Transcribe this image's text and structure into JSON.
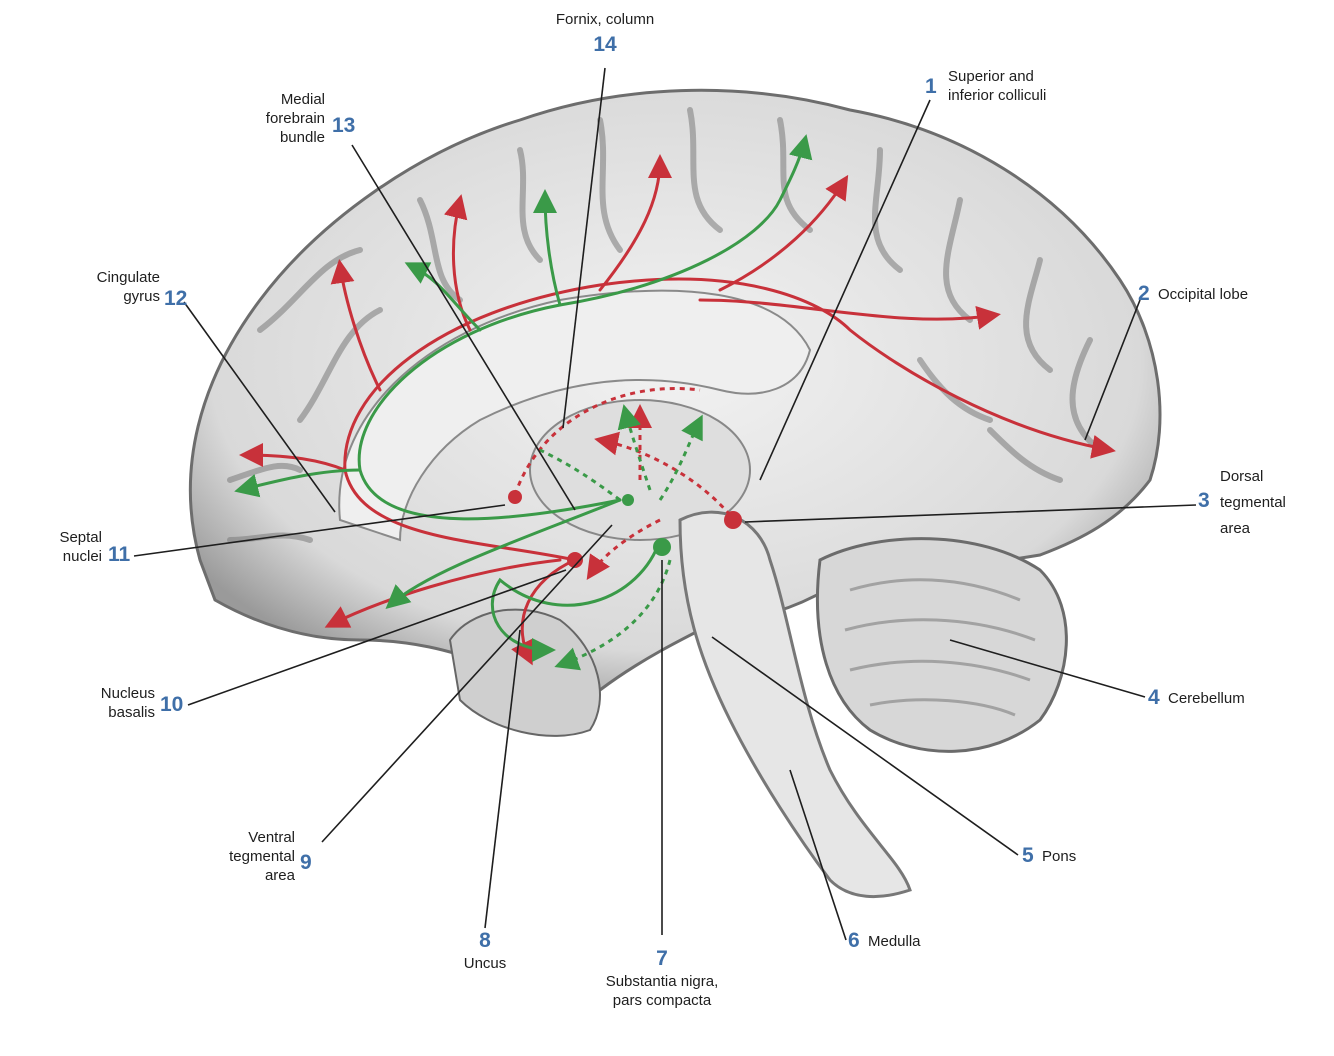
{
  "colors": {
    "dopamine": "#c8313a",
    "acetylcholine": "#3a9a48",
    "number": "#3f6fa8",
    "leader": "#1e1e1e"
  },
  "labels": [
    {
      "id": "1",
      "number": "1",
      "lines": [
        "Superior and",
        "inferior colliculi"
      ]
    },
    {
      "id": "2",
      "number": "2",
      "lines": [
        "Occipital lobe"
      ]
    },
    {
      "id": "3",
      "number": "3",
      "lines": [
        "Dorsal",
        "tegmental",
        "area"
      ]
    },
    {
      "id": "4",
      "number": "4",
      "lines": [
        "Cerebellum"
      ]
    },
    {
      "id": "5",
      "number": "5",
      "lines": [
        "Pons"
      ]
    },
    {
      "id": "6",
      "number": "6",
      "lines": [
        "Medulla"
      ]
    },
    {
      "id": "7",
      "number": "7",
      "lines": [
        "Substantia nigra,",
        "pars compacta"
      ]
    },
    {
      "id": "8",
      "number": "8",
      "lines": [
        "Uncus"
      ]
    },
    {
      "id": "9",
      "number": "9",
      "lines": [
        "Ventral",
        "tegmental",
        "area"
      ]
    },
    {
      "id": "10",
      "number": "10",
      "lines": [
        "Nucleus",
        "basalis"
      ]
    },
    {
      "id": "11",
      "number": "11",
      "lines": [
        "Septal",
        "nuclei"
      ]
    },
    {
      "id": "12",
      "number": "12",
      "lines": [
        "Cingulate",
        "gyrus"
      ]
    },
    {
      "id": "13",
      "number": "13",
      "lines": [
        "Medial",
        "forebrain",
        "bundle"
      ]
    },
    {
      "id": "14",
      "number": "14",
      "lines": [
        "Fornix, column"
      ]
    }
  ]
}
